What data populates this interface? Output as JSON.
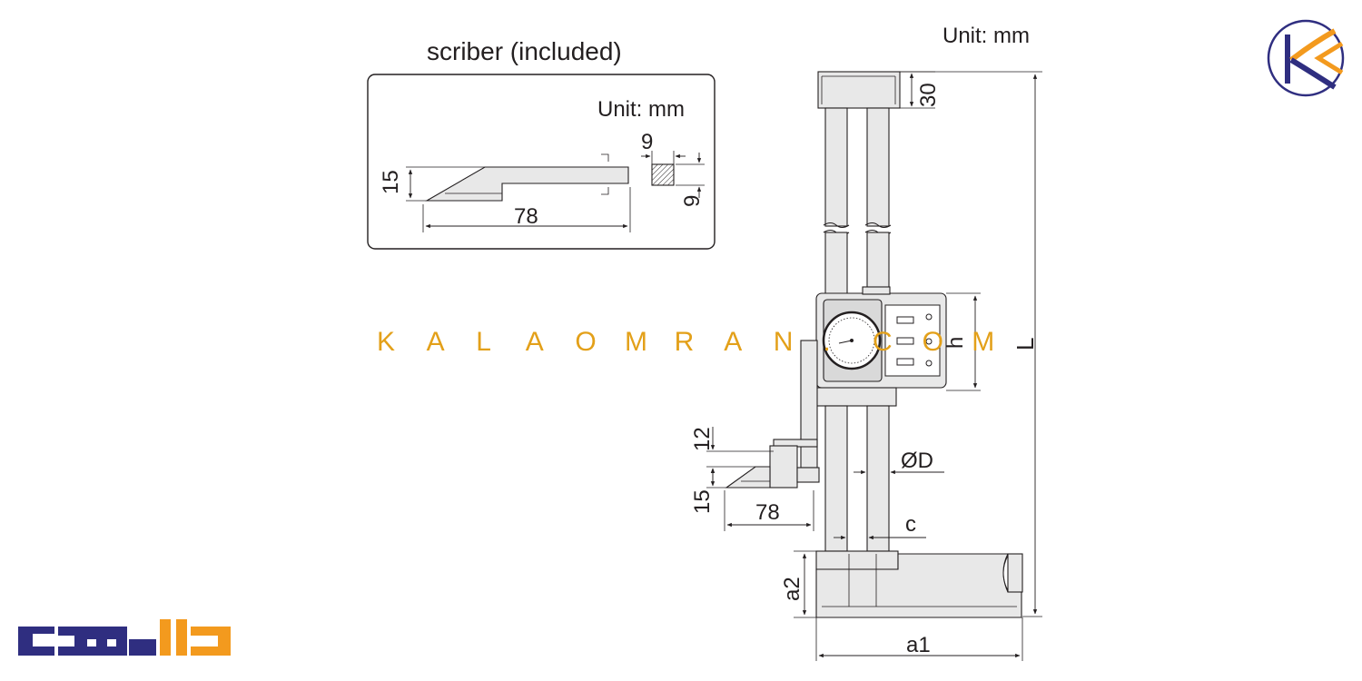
{
  "header": {
    "unit_main": "Unit: mm"
  },
  "scriber_box": {
    "title": "scriber (included)",
    "unit": "Unit: mm",
    "dim_height": "15",
    "dim_length": "78",
    "dim_section_width": "9",
    "dim_section_height": "9"
  },
  "gauge": {
    "dim_top_block": "30",
    "dim_L": "L",
    "dim_h": "h",
    "dim_D": "ØD",
    "dim_c": "c",
    "dim_12": "12",
    "dim_15": "15",
    "dim_78": "78",
    "dim_a2": "a2",
    "dim_a1": "a1"
  },
  "watermark": {
    "letters": [
      "K",
      "A",
      "L",
      "A",
      "O",
      "M",
      "R",
      "A",
      "N",
      ".",
      "C",
      "O",
      "M"
    ],
    "color": "#e3a019"
  },
  "brand": {
    "logo_text": "کالاعمران",
    "orange": "#f39a1e",
    "navy": "#2f2e80"
  }
}
